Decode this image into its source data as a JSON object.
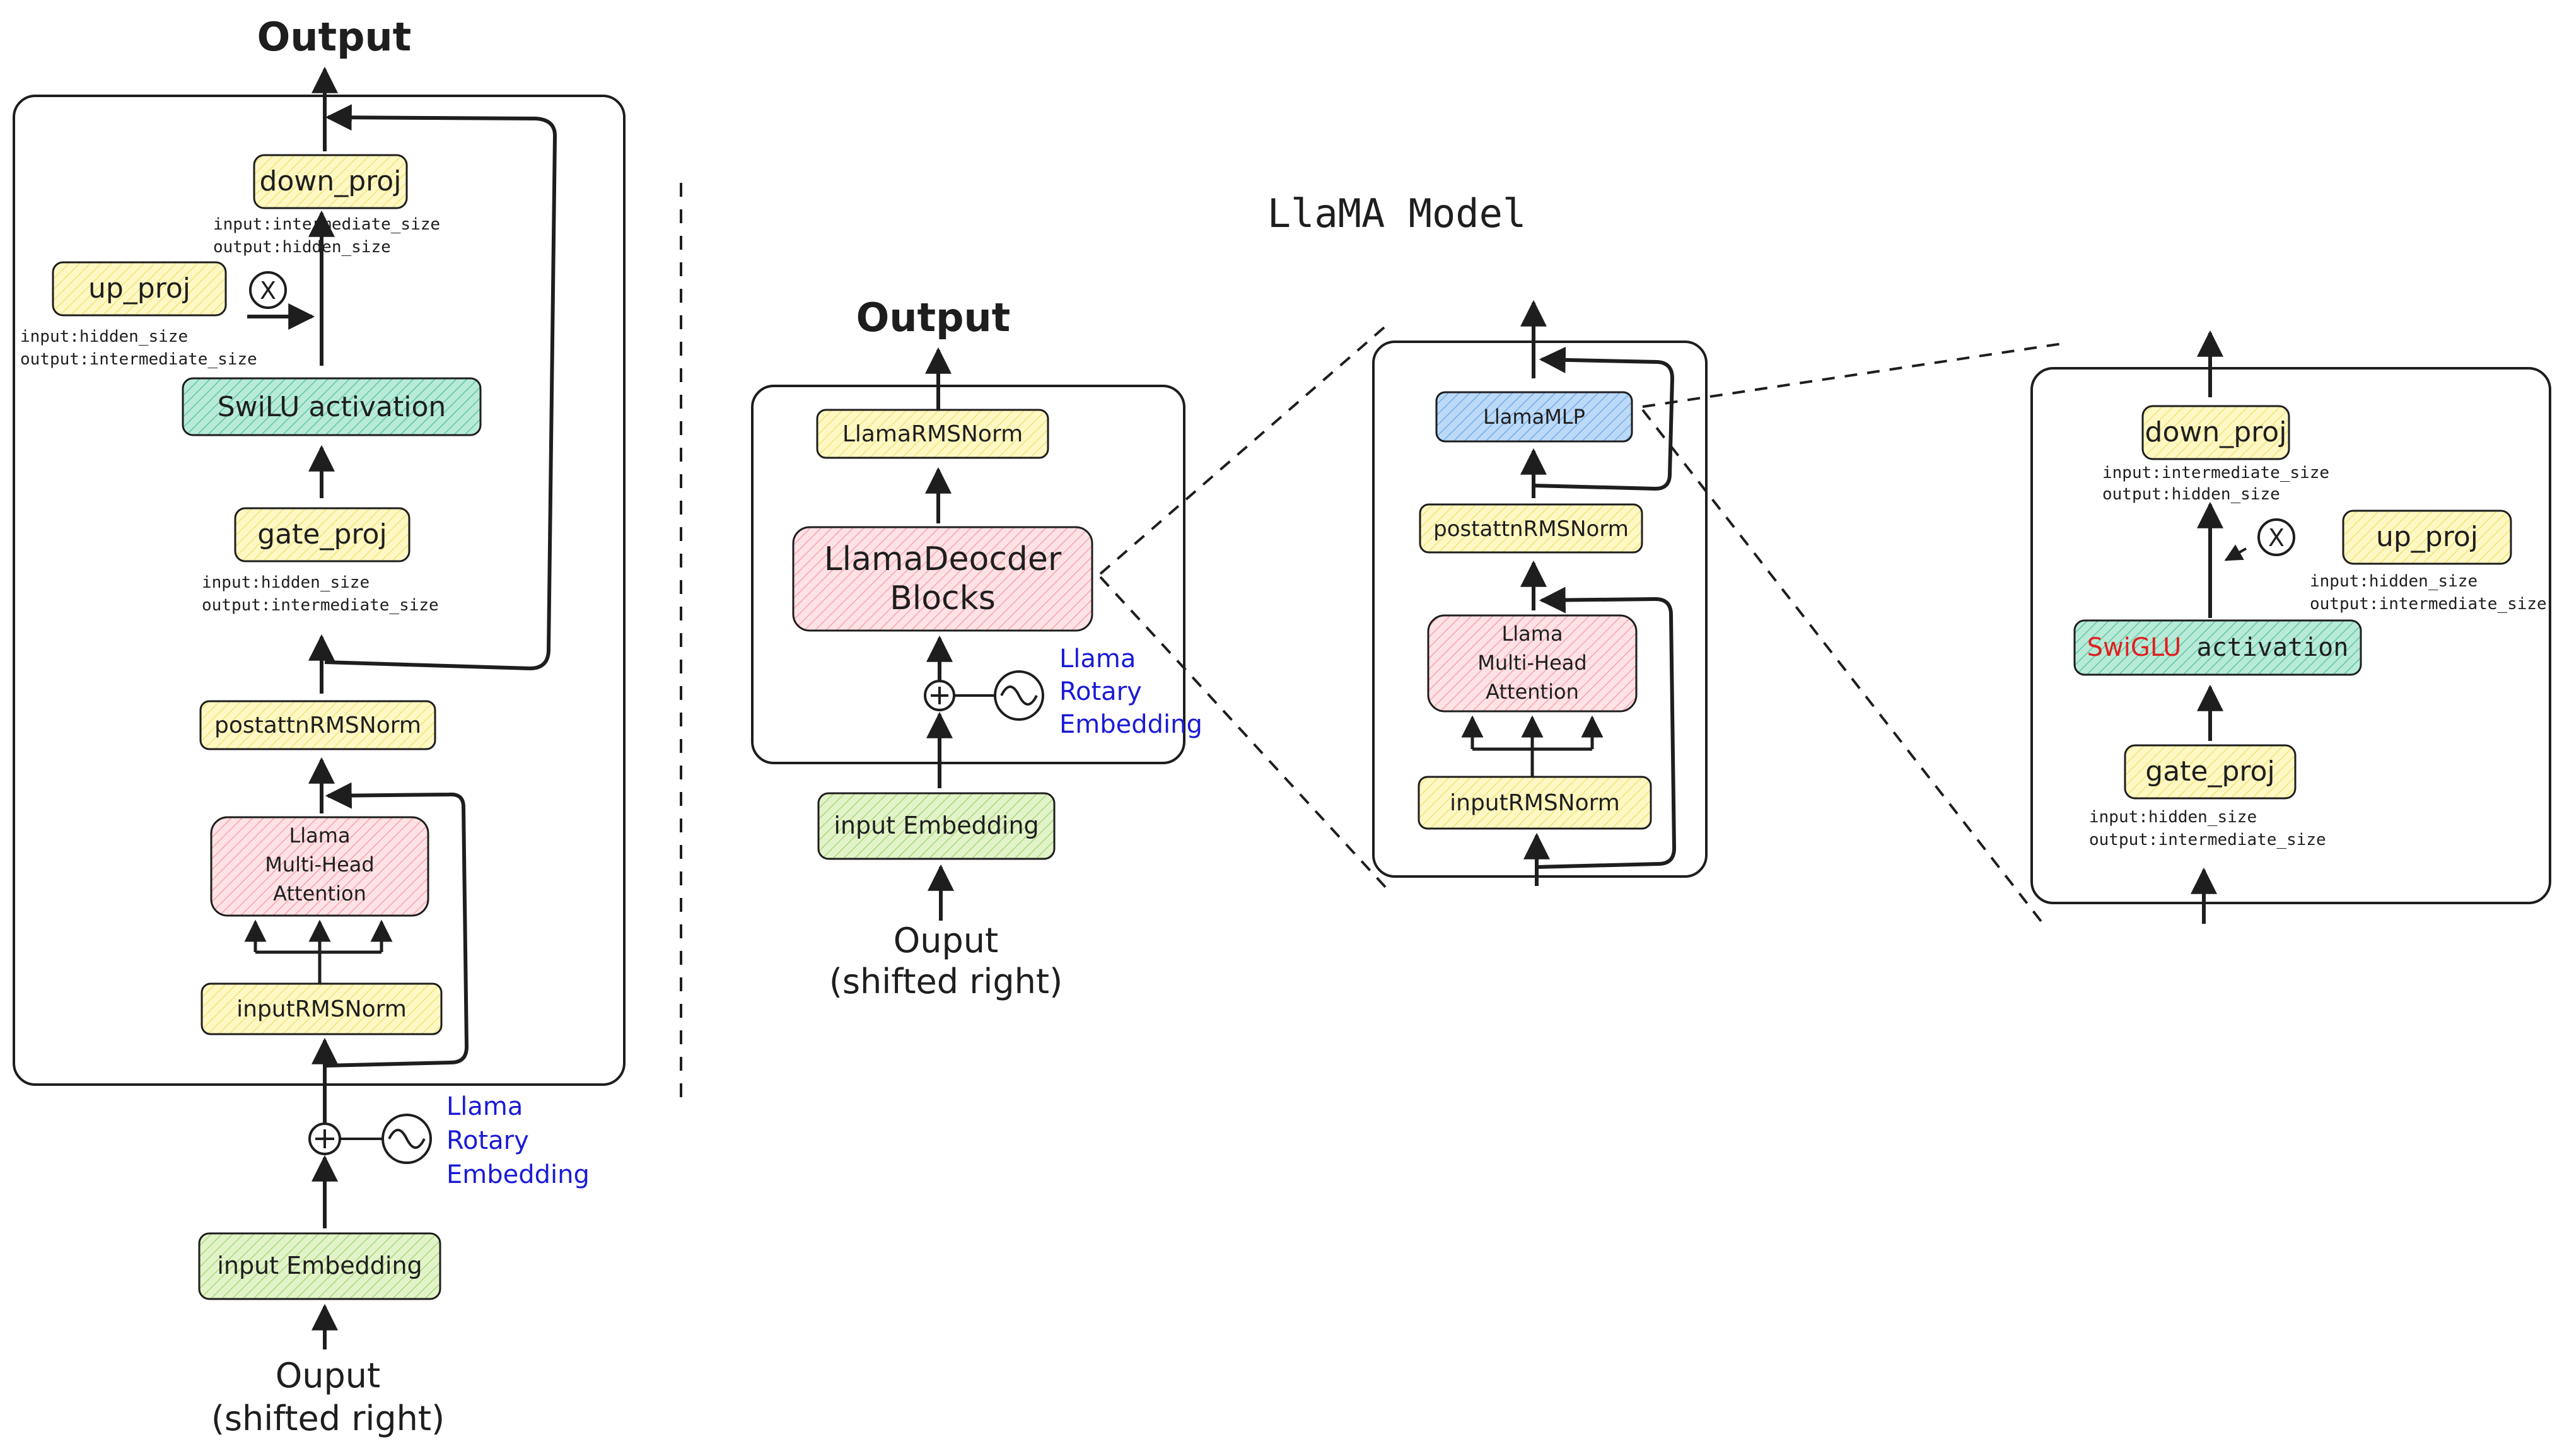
{
  "title": "LlaMA Model",
  "colors": {
    "yellow": "#fff8c4",
    "pink": "#ffd6da",
    "green": "#d8efb8",
    "teal": "#a9e2cf",
    "blue": "#a9cdf5",
    "stroke": "#1e1e1e",
    "link_blue": "#1a1ad6",
    "red": "#e02020"
  },
  "left": {
    "output": "Output",
    "down_proj": "down_proj",
    "down_proj_io": [
      "input:intermediate_size",
      "output:hidden_size"
    ],
    "up_proj": "up_proj",
    "up_proj_io": [
      "input:hidden_size",
      "output:intermediate_size"
    ],
    "multiply": "X",
    "activation": "SwiLU activation",
    "gate_proj": "gate_proj",
    "gate_proj_io": [
      "input:hidden_size",
      "output:intermediate_size"
    ],
    "post_norm": "postattnRMSNorm",
    "attention": [
      "Llama",
      "Multi-Head",
      "Attention"
    ],
    "input_norm": "inputRMSNorm",
    "rotary": [
      "Llama",
      "Rotary",
      "Embedding"
    ],
    "embedding": "input Embedding",
    "input_label": [
      "Ouput",
      "(shifted right)"
    ]
  },
  "middle": {
    "output": "Output",
    "final_norm": "LlamaRMSNorm",
    "decoder": [
      "LlamaDeocder",
      "Blocks"
    ],
    "rotary": [
      "Llama",
      "Rotary",
      "Embedding"
    ],
    "embedding": "input Embedding",
    "input_label": [
      "Ouput",
      "(shifted right)"
    ]
  },
  "block": {
    "mlp": "LlamaMLP",
    "post_norm": "postattnRMSNorm",
    "attention": [
      "Llama",
      "Multi-Head",
      "Attention"
    ],
    "input_norm": "inputRMSNorm"
  },
  "mlp_detail": {
    "down_proj": "down_proj",
    "down_proj_io": [
      "input:intermediate_size",
      "output:hidden_size"
    ],
    "multiply": "X",
    "up_proj": "up_proj",
    "up_proj_io": [
      "input:hidden_size",
      "output:intermediate_size"
    ],
    "activation_prefix": "SwiGLU",
    "activation_suffix": " activation",
    "gate_proj": "gate_proj",
    "gate_proj_io": [
      "input:hidden_size",
      "output:intermediate_size"
    ]
  }
}
